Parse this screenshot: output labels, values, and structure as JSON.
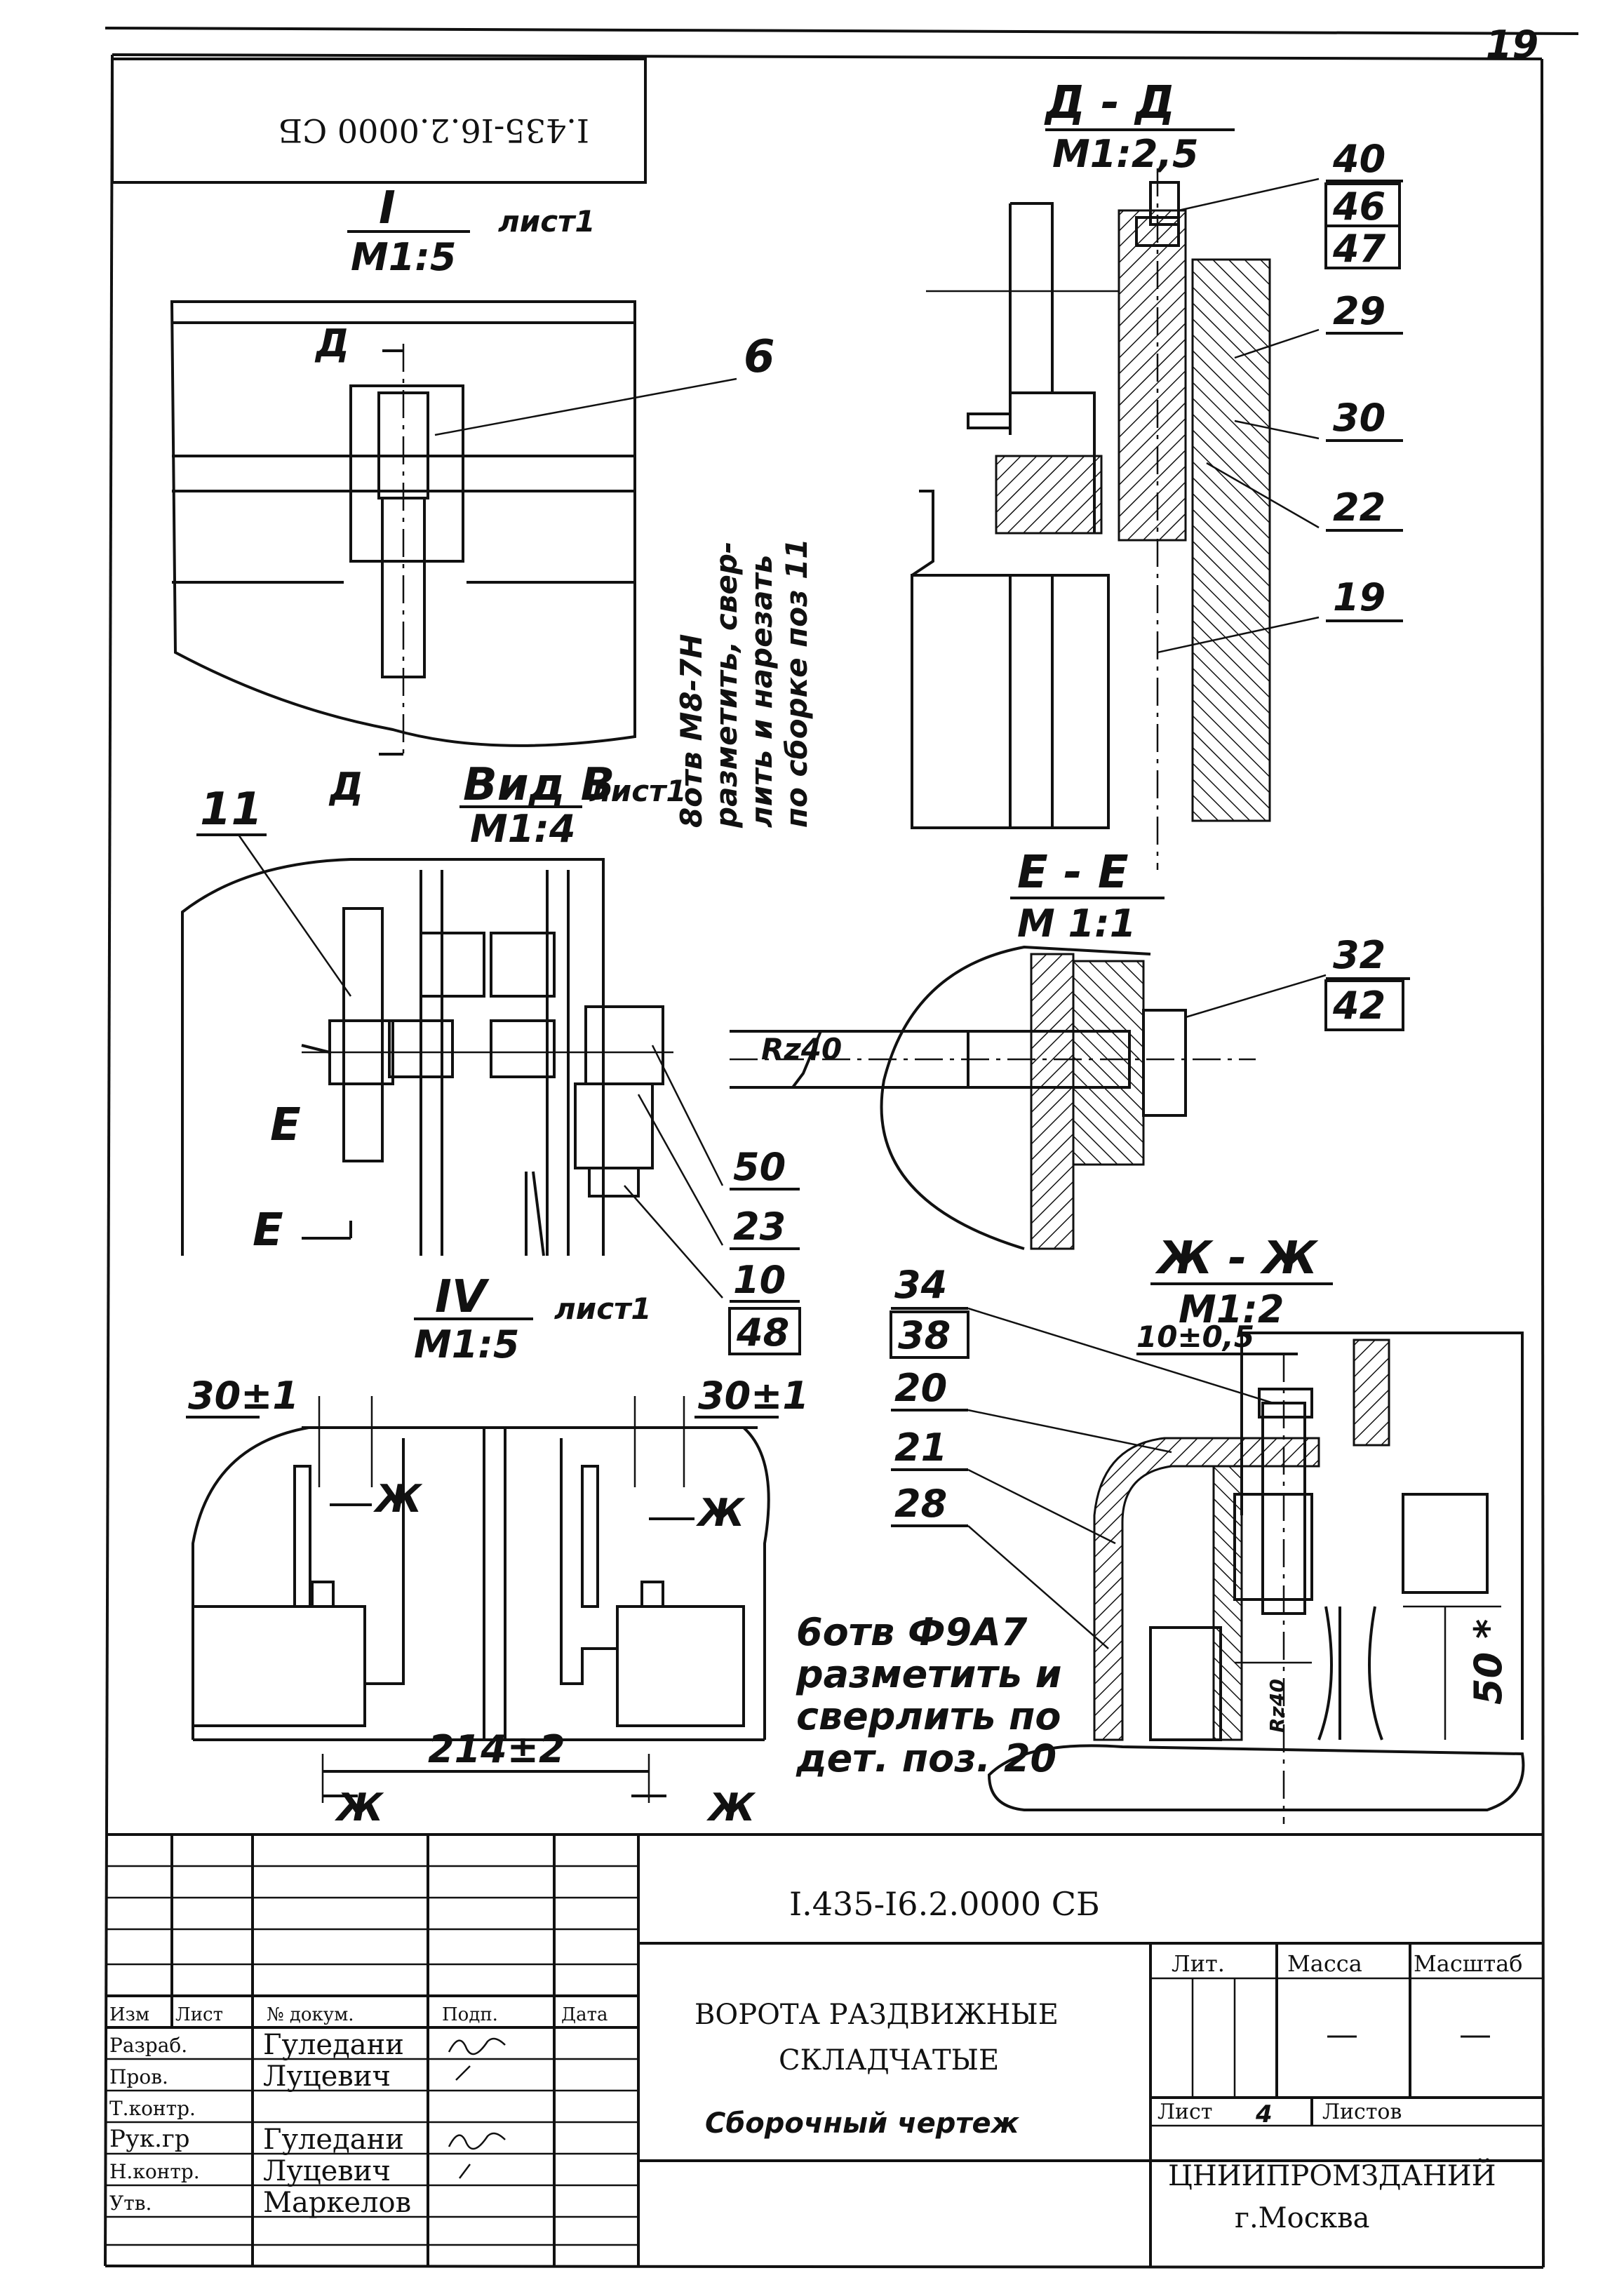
{
  "sheet": {
    "page_number": "19",
    "top_stamp": "I.435-I6.2.0000 СБ"
  },
  "views": {
    "view_I": {
      "roman": "I",
      "scale": "M1:5",
      "sheet_ref": "лист1",
      "section_mark": "Д"
    },
    "view_B": {
      "title": "Вид В",
      "scale": "M1:4",
      "sheet_ref": "лист1",
      "section_mark": "Е"
    },
    "view_IV": {
      "roman": "IV",
      "scale": "M1:5",
      "sheet_ref": "лист1",
      "section_mark": "Ж",
      "dim_left": "30±1",
      "dim_right": "30±1",
      "dim_bottom": "214±2"
    },
    "section_DD": {
      "title": "Д - Д",
      "scale": "M1:2,5"
    },
    "section_EE": {
      "title": "Е - Е",
      "scale": "M 1:1",
      "roughness": "Rz40"
    },
    "section_ZhZh": {
      "title": "Ж - Ж",
      "scale": "M1:2",
      "dim_top": "10±0,5",
      "dim_side": "50 *",
      "roughness": "Rz40"
    }
  },
  "callouts": {
    "view_I": [
      "6"
    ],
    "view_B": [
      "11",
      "50",
      "23",
      "10",
      "48"
    ],
    "section_DD": [
      "40",
      "46",
      "47",
      "29",
      "30",
      "22",
      "19"
    ],
    "section_EE": [
      "32",
      "42"
    ],
    "section_ZhZh": [
      "34",
      "38",
      "20",
      "21",
      "28"
    ]
  },
  "notes": {
    "threaded_holes": [
      "8отв М8-7Н",
      "разметить, свер-",
      "лить и нарезать",
      "по сборке поз 11"
    ],
    "drilled_holes": [
      "6отв Ф9А7",
      "разметить и",
      "сверлить по",
      "дет. поз. 20"
    ]
  },
  "title_block": {
    "doc_number": "I.435-I6.2.0000 СБ",
    "name_line1": "ВОРОТА  РАЗДВИЖНЫЕ",
    "name_line2": "СКЛАДЧАТЫЕ",
    "doc_type": "Сборочный чертеж",
    "col_headers": [
      "Изм",
      "Лист",
      "№ докум.",
      "Подп.",
      "Дата"
    ],
    "rows": [
      {
        "role": "Разраб.",
        "name": "Гуледани"
      },
      {
        "role": "Пров.",
        "name": "Луцевич"
      },
      {
        "role": "Т.контр.",
        "name": ""
      },
      {
        "role": "Рук.гр",
        "name": "Гуледани"
      },
      {
        "role": "Н.контр.",
        "name": "Луцевич"
      },
      {
        "role": "Утв.",
        "name": "Маркелов"
      }
    ],
    "lit_label": "Лит.",
    "mass_label": "Масса",
    "scale_label": "Масштаб",
    "mass_value": "—",
    "scale_value": "—",
    "sheet_label": "Лист",
    "sheet_value": "4",
    "sheets_label": "Листов",
    "org_line1": "ЦНИИПРОМЗДАНИЙ",
    "org_line2": "г.Москва"
  }
}
